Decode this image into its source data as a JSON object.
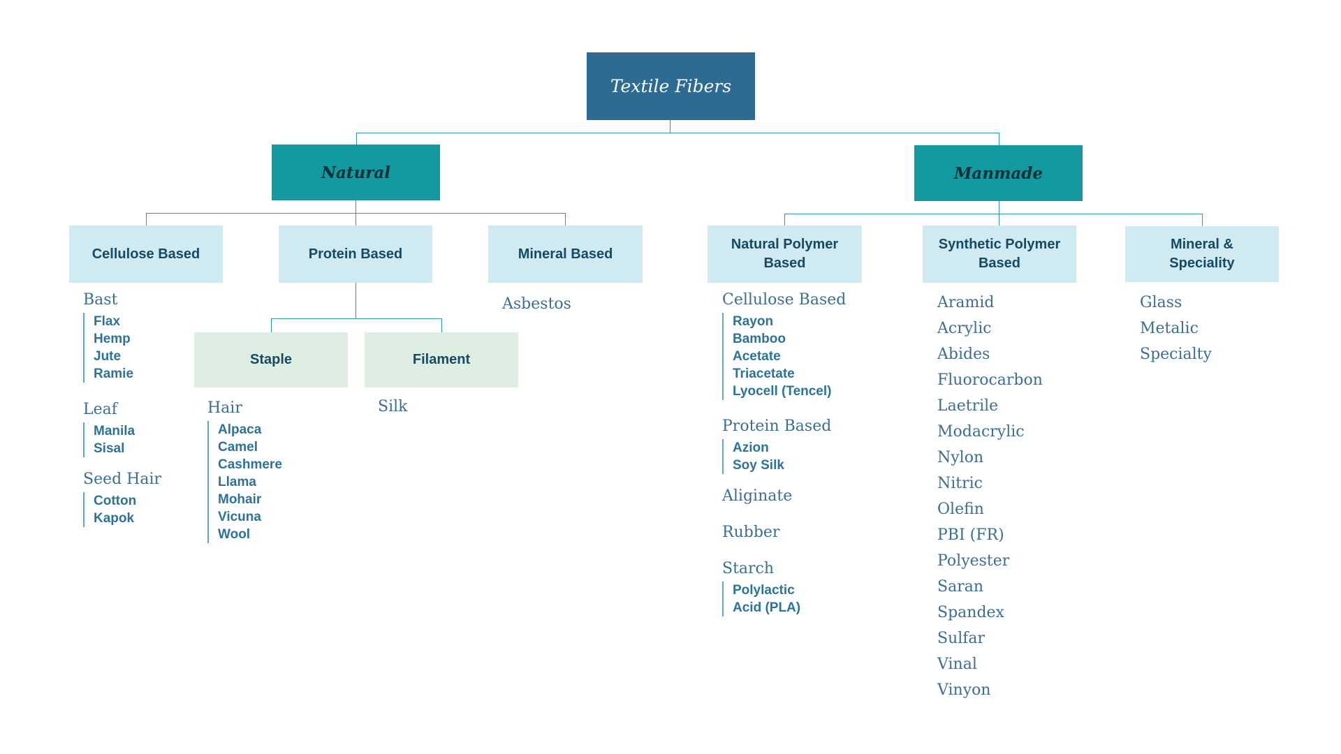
{
  "diagram": {
    "root": {
      "label": "Textile Fibers"
    },
    "branches": {
      "natural": {
        "label": "Natural"
      },
      "manmade": {
        "label": "Manmade"
      }
    },
    "natural_children": {
      "cellulose": {
        "label": "Cellulose Based"
      },
      "protein": {
        "label": "Protein Based"
      },
      "mineral": {
        "label": "Mineral Based"
      }
    },
    "protein_children": {
      "staple": {
        "label": "Staple"
      },
      "filament": {
        "label": "Filament"
      }
    },
    "manmade_children": {
      "natural_polymer": {
        "label": "Natural Polymer\nBased"
      },
      "synthetic_polymer": {
        "label": "Synthetic Polymer\nBased"
      },
      "mineral_speciality": {
        "label": "Mineral &\nSpeciality"
      }
    },
    "cellulose_groups": {
      "bast": {
        "title": "Bast",
        "items": [
          "Flax",
          "Hemp",
          "Jute",
          "Ramie"
        ]
      },
      "leaf": {
        "title": "Leaf",
        "items": [
          "Manila",
          "Sisal"
        ]
      },
      "seed_hair": {
        "title": "Seed Hair",
        "items": [
          "Cotton",
          "Kapok"
        ]
      }
    },
    "staple_groups": {
      "hair": {
        "title": "Hair",
        "items": [
          "Alpaca",
          "Camel",
          "Cashmere",
          "Llama",
          "Mohair",
          "Vicuna",
          "Wool"
        ]
      }
    },
    "filament_groups": {
      "silk": {
        "title": "Silk"
      }
    },
    "mineral_groups": {
      "asbestos": {
        "title": "Asbestos"
      }
    },
    "natural_polymer_groups": {
      "cellulose_based": {
        "title": "Cellulose Based",
        "items": [
          "Rayon",
          "Bamboo",
          "Acetate",
          "Triacetate",
          "Lyocell (Tencel)"
        ]
      },
      "protein_based": {
        "title": "Protein Based",
        "items": [
          "Azion",
          "Soy Silk"
        ]
      },
      "aliginate": {
        "title": "Aliginate"
      },
      "rubber": {
        "title": "Rubber"
      },
      "starch": {
        "title": "Starch",
        "items": [
          "Polylactic\nAcid (PLA)"
        ]
      }
    },
    "synthetic_polymer_items": [
      "Aramid",
      "Acrylic",
      "Abides",
      "Fluorocarbon",
      "Laetrile",
      "Modacrylic",
      "Nylon",
      "Nitric",
      "Olefin",
      "PBI (FR)",
      "Polyester",
      "Saran",
      "Spandex",
      "Sulfar",
      "Vinal",
      "Vinyon"
    ],
    "mineral_speciality_items": [
      "Glass",
      "Metalic",
      "Specialty"
    ]
  },
  "colors": {
    "root_box": "#2d6b93",
    "branch_box": "#129aa0",
    "branch_label_text": "#0e2f36",
    "category_box": "#cfeaf0",
    "subcategory_box": "#dfeee3",
    "box_label_text": "#164a63",
    "connector": "#2f98a0",
    "serif_text": "#3c6e91",
    "item_text": "#2d7396",
    "list_bar": "#5fa9b3"
  }
}
